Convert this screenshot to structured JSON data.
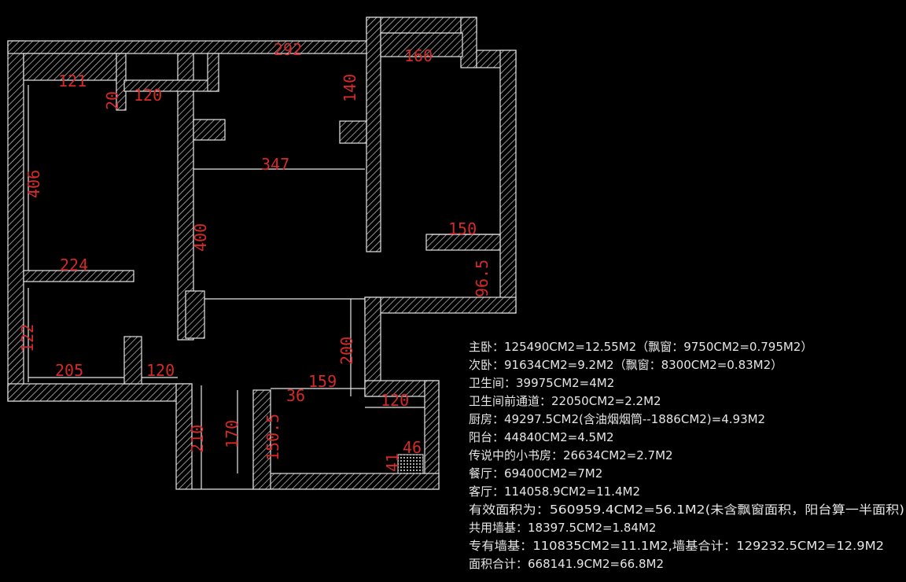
{
  "colors": {
    "background": "#000000",
    "lines": "#e6e6e6",
    "dimensions": "#d42a2a"
  },
  "dimensions": {
    "d_292": "292",
    "d_160": "160",
    "d_121": "121",
    "d_20": "20",
    "d_120_top": "120",
    "d_140": "140",
    "d_347": "347",
    "d_406": "406",
    "d_400": "400",
    "d_150": "150",
    "d_224": "224",
    "d_965": "96.5",
    "d_122": "122",
    "d_205": "205",
    "d_120_mid": "120",
    "d_200": "200",
    "d_159": "159",
    "d_120_bath": "120",
    "d_36": "36",
    "d_170": "170",
    "d_210": "210",
    "d_1505": "150.5",
    "d_46": "46",
    "d_41": "41"
  },
  "area_list": [
    "主卧：125490CM2=12.55M2（飘窗：9750CM2=0.795M2）",
    "次卧：91634CM2=9.2M2（飘窗：8300CM2=0.83M2）",
    "卫生间：39975CM2=4M2",
    "卫生间前通道：22050CM2=2.2M2",
    "厨房：49297.5CM2(含油烟烟筒--1886CM2)=4.93M2",
    "阳台：44840CM2=4.5M2",
    "传说中的小书房：26634CM2=2.7M2",
    "餐厅：69400CM2=7M2",
    "客厅：114058.9CM2=11.4M2",
    "有效面积为：560959.4CM2=56.1M2(未含飘窗面积，阳台算一半面积)",
    "共用墙基：18397.5CM2=1.84M2",
    "专有墙基：110835CM2=11.1M2,墙基合计：129232.5CM2=12.9M2",
    "面积合计：668141.9CM2=66.8M2"
  ]
}
